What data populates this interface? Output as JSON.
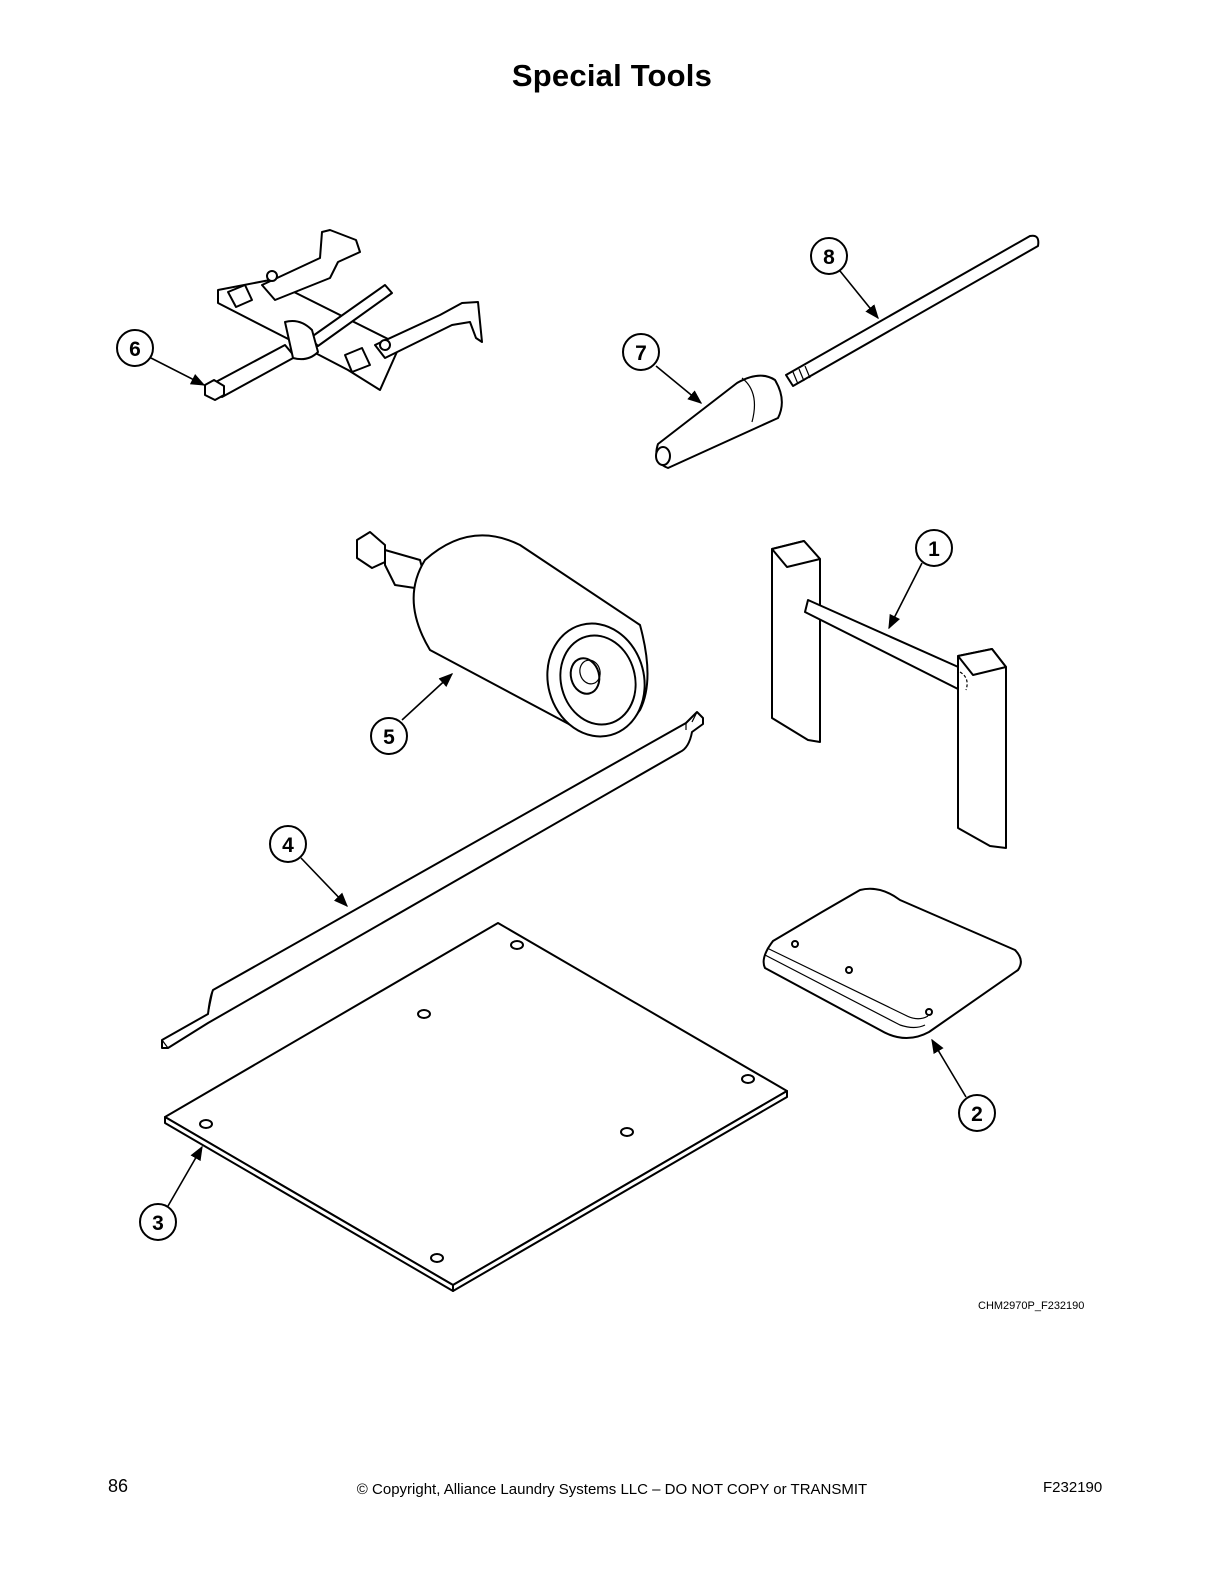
{
  "page": {
    "title": "Special Tools",
    "drawing_code": "CHM2970P_F232190",
    "footer": {
      "page_number": "86",
      "copyright": "© Copyright, Alliance Laundry Systems LLC – DO NOT COPY or TRANSMIT",
      "doc_number": "F232190"
    }
  },
  "callouts": [
    "1",
    "2",
    "3",
    "4",
    "5",
    "6",
    "7",
    "8"
  ],
  "icons": [
    "gear-puller-icon",
    "cone-tool-icon",
    "threaded-rod-icon",
    "bearing-driver-icon",
    "shaft-stand-icon",
    "folded-cloth-icon",
    "straight-edge-icon",
    "base-plate-icon"
  ]
}
